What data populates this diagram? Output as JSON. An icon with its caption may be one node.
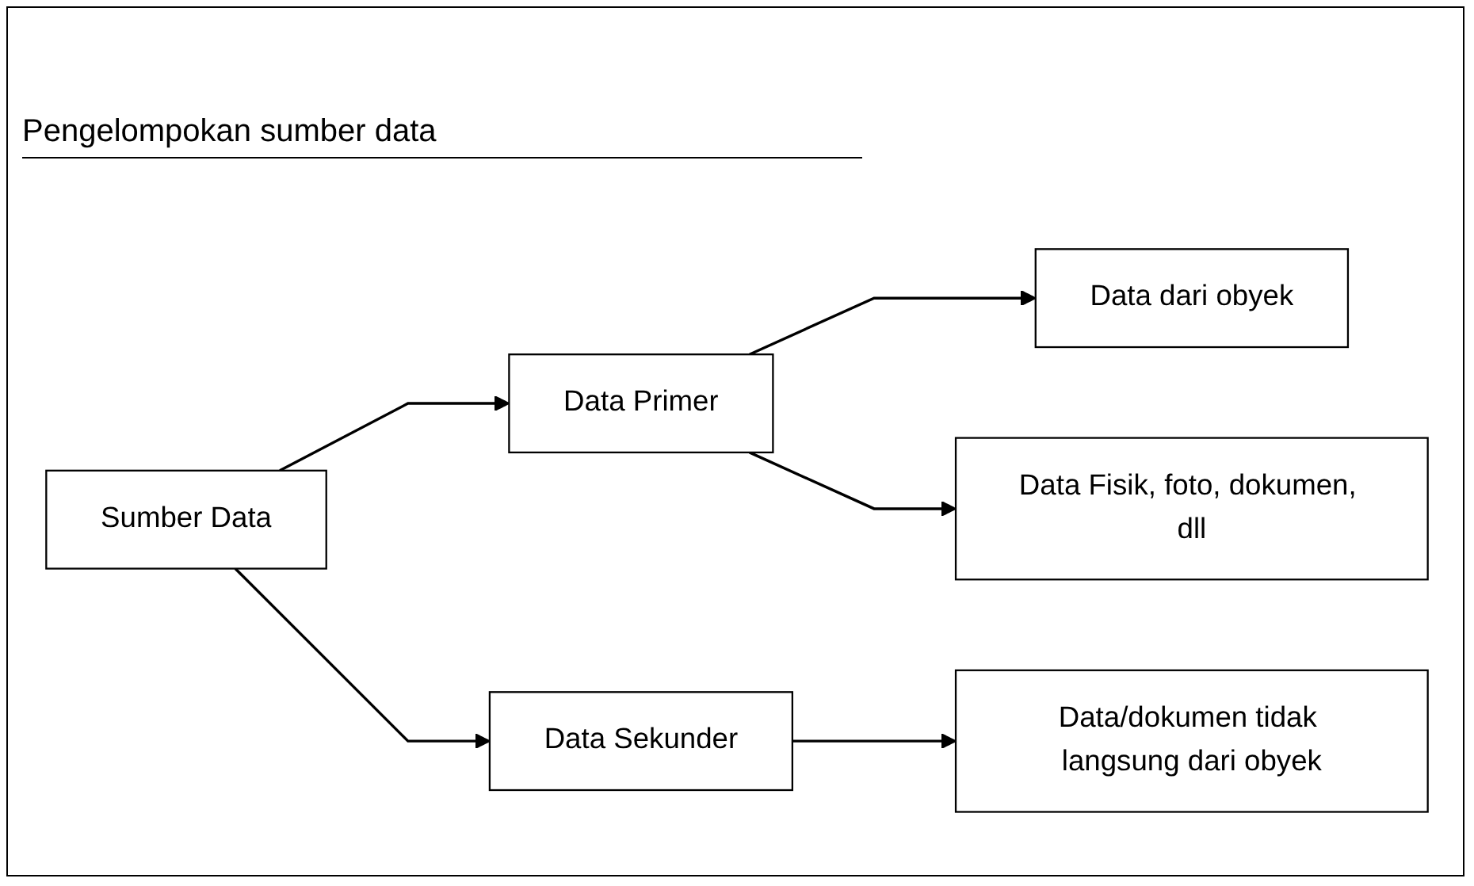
{
  "diagram": {
    "title": "Pengelompokan sumber data",
    "nodes": [
      {
        "text": [
          "Sumber Data"
        ]
      },
      {
        "text": [
          "Data Primer"
        ]
      },
      {
        "text": [
          "Data Sekunder"
        ]
      },
      {
        "text": [
          "Data dari obyek"
        ]
      },
      {
        "text": [
          "Data Fisik, foto, dokumen, dll"
        ]
      },
      {
        "text": [
          "Data/dokumen tidak langsung dari obyek"
        ]
      }
    ],
    "edges": [
      {
        "from": 0,
        "to": 1,
        "arrow": "to"
      },
      {
        "from": 0,
        "to": 2,
        "arrow": "to"
      },
      {
        "from": 1,
        "to": 3,
        "arrow": "to"
      },
      {
        "from": 1,
        "to": 4,
        "arrow": "to"
      },
      {
        "from": 2,
        "to": 5,
        "arrow": "to"
      }
    ]
  }
}
